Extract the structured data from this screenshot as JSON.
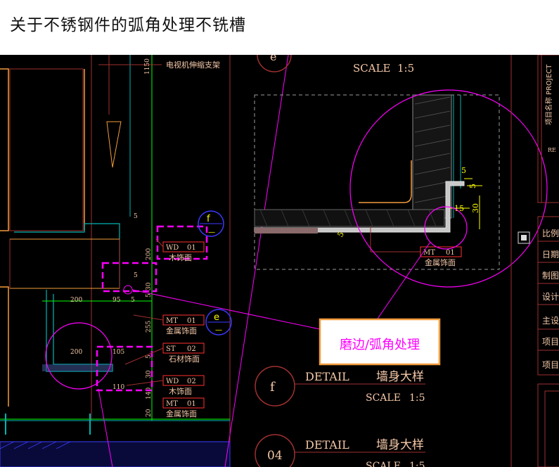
{
  "page": {
    "title": "关于不锈钢件的弧角处理不铣槽"
  },
  "colors": {
    "background": "#000000",
    "magenta": "#ff00ff",
    "orange": "#f39c3c",
    "maroon": "#a03030",
    "green": "#00ff00",
    "yellow": "#ffff00",
    "blue": "#3a3aff",
    "text": "#f5c8a8"
  },
  "left_detail": {
    "tv_bracket_label": "电视机伸缩支架",
    "dim_1150": "1150",
    "dim_5": "5",
    "dim_200_v": "200",
    "dim_5b": "5",
    "dim_30": "30",
    "dim_5c": "5",
    "dim_255": "255",
    "dim_5d": "5",
    "dim_30b": "30",
    "dim_140": "140",
    "dim_20": "20",
    "dim_200_h": "200",
    "dim_95": "95",
    "dim_5_h": "5",
    "dim_200_h2": "200",
    "dim_105": "105",
    "dim_110": "110",
    "tags": [
      {
        "code": "WD",
        "num": "01",
        "name": "木饰面"
      },
      {
        "code": "MT",
        "num": "01",
        "name": "金属饰面"
      },
      {
        "code": "ST",
        "num": "02",
        "name": "石材饰面"
      },
      {
        "code": "WD",
        "num": "02",
        "name": "木饰面"
      },
      {
        "code": "MT",
        "num": "01",
        "name": "金属饰面"
      }
    ],
    "callout_f": "f",
    "callout_e": "e"
  },
  "right_detail": {
    "marker_e": "e",
    "scale_label": "SCALE",
    "scale_value": "1:5",
    "dim_5a": "5",
    "dim_5b": "5",
    "dim_15": "15",
    "dim_30": "30",
    "dim_5c": "5",
    "tag": {
      "code": "MT",
      "num": "01",
      "name": "金属饰面"
    }
  },
  "annotation": {
    "text": "磨边/弧角处理"
  },
  "detail_titles": [
    {
      "marker": "f",
      "detail": "DETAIL",
      "name": "墙身大样",
      "scale_label": "SCALE",
      "scale_value": "1:5"
    },
    {
      "marker": "04",
      "detail": "DETAIL",
      "name": "墙身大样",
      "scale_label": "SCALE",
      "scale_value": "1:5"
    }
  ],
  "title_block": {
    "project_name": "项目名称 PROJECT",
    "re": "RE",
    "scale": "比例",
    "date": "日期",
    "drawn": "制图",
    "design": "设计",
    "major": "主设",
    "project_mgr": "项目",
    "project_no": "项目"
  }
}
